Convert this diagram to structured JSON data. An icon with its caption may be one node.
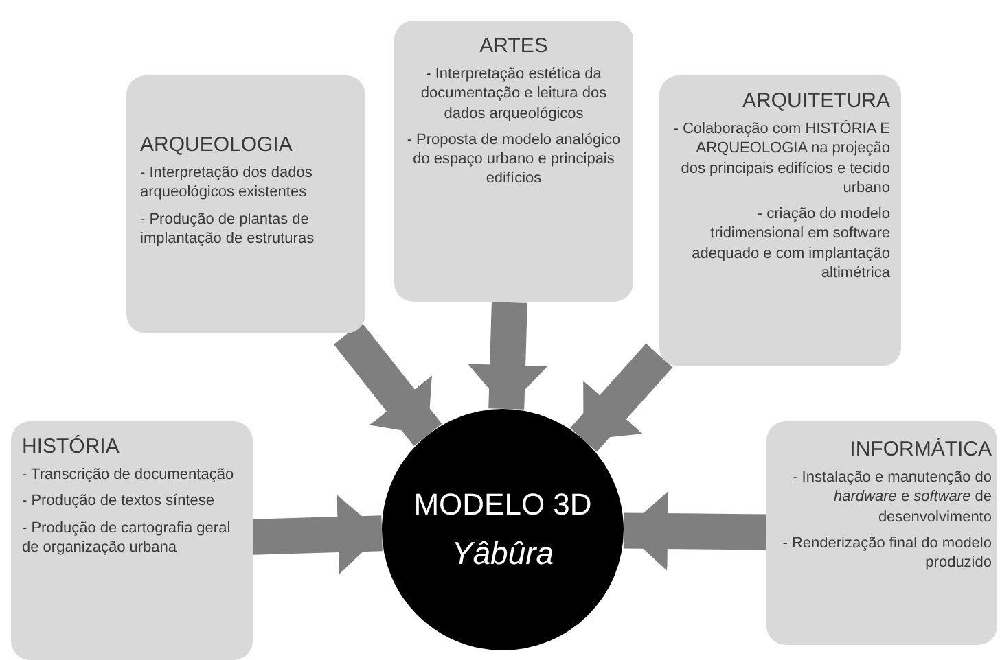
{
  "diagram": {
    "nodes": [
      {
        "text": [
          "ARQUEOLOGIA",
          "- Interpretação dos dados arqueológicos existentes",
          "- Produção de plantas de implantação de estruturas"
        ]
      },
      {
        "text": [
          "ARTES",
          "- Interpretação estética da documentação e leitura dos dados arqueológicos",
          "- Proposta de modelo analógico do espaço urbano e principais edifícios"
        ]
      },
      {
        "text": [
          "ARQUITETURA",
          "- Colaboração com HISTÓRIA E ARQUEOLOGIA na projeção dos principais edifícios e tecido urbano",
          "- criação do modelo tridimensional em software adequado e com implantação altimétrica"
        ]
      },
      {
        "text": [
          "HISTÓRIA",
          "- Transcrição de documentação",
          "- Produção de textos síntese",
          "- Produção de cartografia geral de organização urbana"
        ]
      },
      {
        "text": [
          "MODELO 3D",
          "Yâbûra"
        ]
      },
      {
        "text": [
          "INFORMÁTICA",
          "- Instalação e manutenção do *hardware* e *software* de desenvolvimento",
          "- Renderização final do modelo produzido"
        ]
      }
    ],
    "edges": [
      {
        "from": 0,
        "to": 4,
        "arrow": "to"
      },
      {
        "from": 1,
        "to": 4,
        "arrow": "to"
      },
      {
        "from": 2,
        "to": 4,
        "arrow": "to"
      },
      {
        "from": 3,
        "to": 4,
        "arrow": "to"
      },
      {
        "from": 5,
        "to": 4,
        "arrow": "to"
      }
    ]
  }
}
